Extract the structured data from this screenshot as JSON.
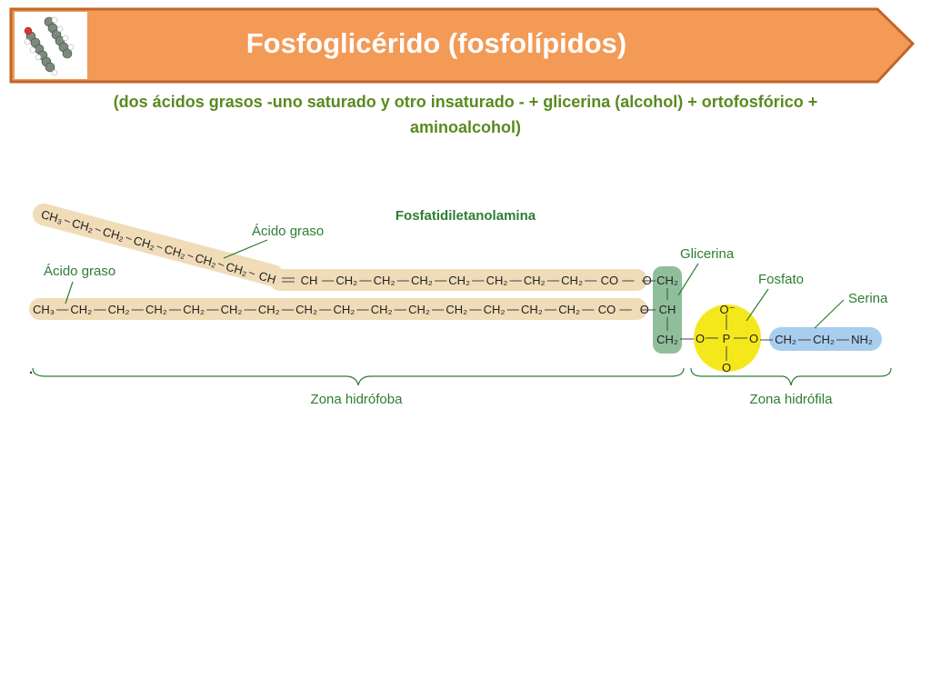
{
  "header": {
    "title": "Fosfoglicérido (fosfolípidos)",
    "subtitle_line1": "(dos ácidos grasos  -uno saturado y otro insaturado - + glicerina (alcohol) + ortofosfórico +",
    "subtitle_line2": "aminoalcohol)",
    "banner_color": "#f39a56",
    "banner_border": "#c0662a",
    "logo_icon": "molecule-model-icon"
  },
  "diagram": {
    "title": "Fosfatidiletanolamina",
    "labels": {
      "acid1": "Ácido graso",
      "acid2": "Ácido graso",
      "glycerol": "Glicerina",
      "phosphate": "Fosfato",
      "serine": "Serina",
      "hydrophobic": "Zona hidrófoba",
      "hydrophilic": "Zona hidrófila"
    },
    "chain_diag": [
      "CH₃",
      "CH₂",
      "CH₂",
      "CH₂",
      "CH₂",
      "CH₂",
      "CH₂",
      "CH"
    ],
    "chain_top": [
      "CH",
      "CH₂",
      "CH₂",
      "CH₂",
      "CH₂",
      "CH₂",
      "CH₂",
      "CH₂",
      "CO",
      "O"
    ],
    "chain_bottom": [
      "CH₃",
      "CH₂",
      "CH₂",
      "CH₂",
      "CH₂",
      "CH₂",
      "CH₂",
      "CH₂",
      "CH₂",
      "CH₂",
      "CH₂",
      "CH₂",
      "CH₂",
      "CH₂",
      "CH₂",
      "CO",
      "O"
    ],
    "glycerol_groups": [
      "CH₂",
      "CH",
      "CH₂"
    ],
    "phosphate_atoms": {
      "o_top": "O⁻",
      "o_left": "O",
      "p": "P",
      "o_right": "O",
      "o_bottom": "O"
    },
    "amine_chain": [
      "CH₂",
      "CH₂",
      "NH₂"
    ],
    "colors": {
      "fatty_acid": "#f0dcb8",
      "glycerol": "#8fbf9a",
      "phosphate": "#f4e81c",
      "amine": "#a9cdee",
      "label": "#2e7d32"
    }
  }
}
